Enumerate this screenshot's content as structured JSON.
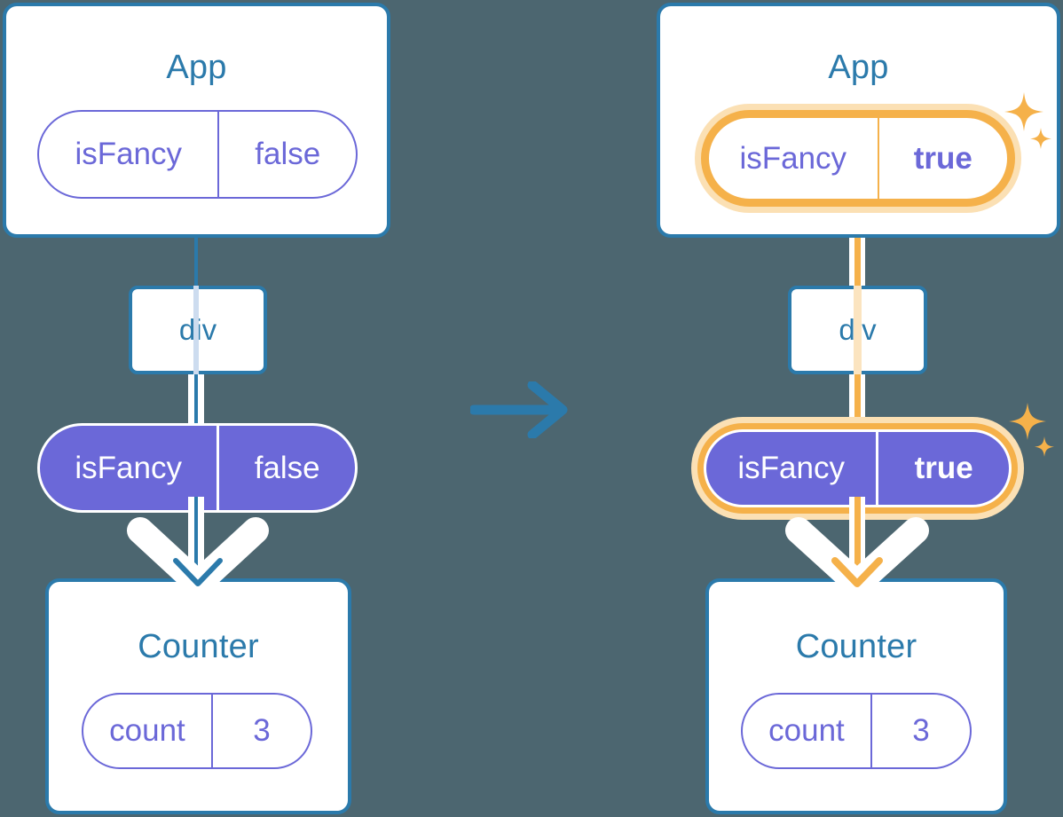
{
  "diagram": {
    "title": "React state propagation: isFancy false to true",
    "background_color": "#4c6670",
    "accent_blue": "#2b7aab",
    "accent_purple": "#6b68d8",
    "accent_orange": "#f5b14a",
    "accent_orange_soft": "#fbe0b4",
    "transition_arrow": "arrow-right-icon"
  },
  "before": {
    "app": {
      "title": "App",
      "state": {
        "key": "isFancy",
        "value": "false",
        "highlighted": false,
        "style": "outline"
      }
    },
    "div": {
      "label": "div"
    },
    "prop": {
      "key": "isFancy",
      "value": "false",
      "highlighted": false,
      "style": "filled"
    },
    "counter": {
      "title": "Counter",
      "state": {
        "key": "count",
        "value": "3",
        "highlighted": false,
        "style": "outline"
      }
    }
  },
  "after": {
    "app": {
      "title": "App",
      "state": {
        "key": "isFancy",
        "value": "true",
        "highlighted": true,
        "style": "outline"
      }
    },
    "div": {
      "label": "div"
    },
    "prop": {
      "key": "isFancy",
      "value": "true",
      "highlighted": true,
      "style": "filled"
    },
    "counter": {
      "title": "Counter",
      "state": {
        "key": "count",
        "value": "3",
        "highlighted": false,
        "style": "outline"
      }
    }
  }
}
